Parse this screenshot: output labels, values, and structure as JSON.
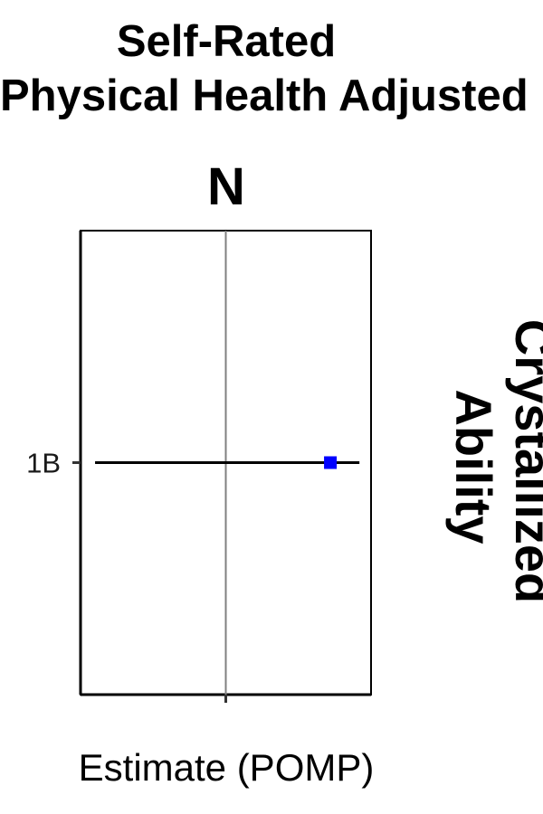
{
  "chart_data": {
    "type": "scatter",
    "title_lines": [
      "Self-Rated",
      "Physical Health Adjusted"
    ],
    "facet_top": "N",
    "facet_right_lines": [
      "Crystallized",
      "Ability"
    ],
    "xlabel": "Estimate (POMP)",
    "ylabel": "",
    "categories": [
      "1B"
    ],
    "x_reference": 0,
    "xlim": [
      -0.5,
      0.5
    ],
    "points": [
      {
        "category": "1B",
        "estimate": 0.36,
        "ci_low": -0.45,
        "ci_high": 0.46
      }
    ],
    "grid": false,
    "x_tick_labels_shown": false
  },
  "colors": {
    "point": "#0000ff",
    "errorbar": "#000000",
    "reference_line": "#808080",
    "panel_border": "#000000"
  }
}
